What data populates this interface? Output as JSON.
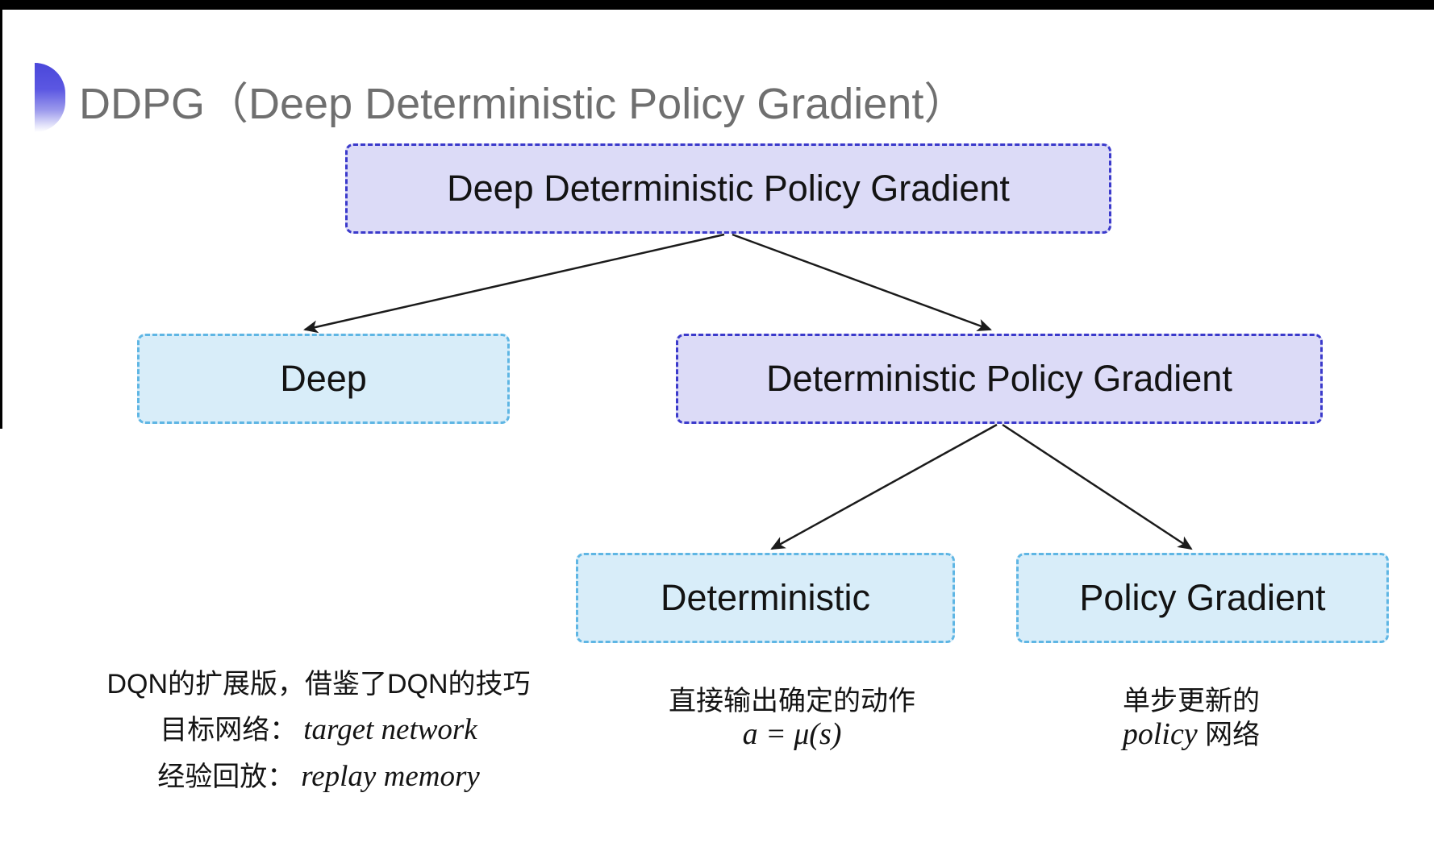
{
  "slide": {
    "title": "DDPG（Deep Deterministic Policy Gradient）"
  },
  "tree": {
    "root": "Deep Deterministic Policy Gradient",
    "deep": "Deep",
    "dpg": "Deterministic Policy Gradient",
    "deterministic": "Deterministic",
    "policy_gradient": "Policy Gradient"
  },
  "notes": {
    "left_line1": "DQN的扩展版，借鉴了DQN的技巧",
    "left_line2_label": "目标网络：",
    "left_line2_term": "target network",
    "left_line3_label": "经验回放：",
    "left_line3_term": "replay memory",
    "mid_line1": "直接输出确定的动作",
    "mid_line2": "a = μ(s)",
    "right_line1": "单步更新的",
    "right_line2_term": "policy",
    "right_line2_rest": "网络"
  },
  "colors": {
    "purple_fill": "#dcdbf7",
    "purple_border": "#3b3acb",
    "blue_fill": "#d8edf9",
    "blue_border": "#5fb6e4",
    "title_gray": "#6f6f6f",
    "arrow_black": "#1b1b1b",
    "accent_bullet": "#4a47da"
  }
}
